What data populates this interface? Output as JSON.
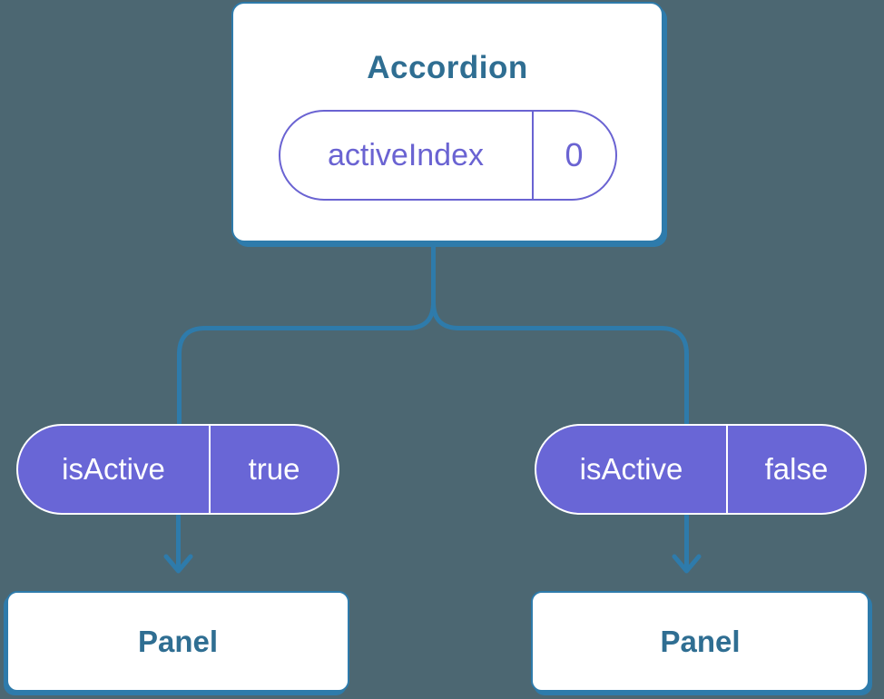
{
  "diagram_type": "react-component-tree",
  "root_node": {
    "title": "Accordion",
    "state_label": "activeIndex",
    "state_value": "0"
  },
  "prop_pills": [
    {
      "label": "isActive",
      "value": "true"
    },
    {
      "label": "isActive",
      "value": "false"
    }
  ],
  "child_nodes": [
    {
      "label": "Panel"
    },
    {
      "label": "Panel"
    }
  ],
  "colors": {
    "background": "#4c6772",
    "connector_blue": "#2e7bab",
    "node_text_blue": "#2f6e92",
    "state_purple": "#6a63d2",
    "prop_pill_fill": "#6966d6",
    "node_background": "#ffffff"
  }
}
